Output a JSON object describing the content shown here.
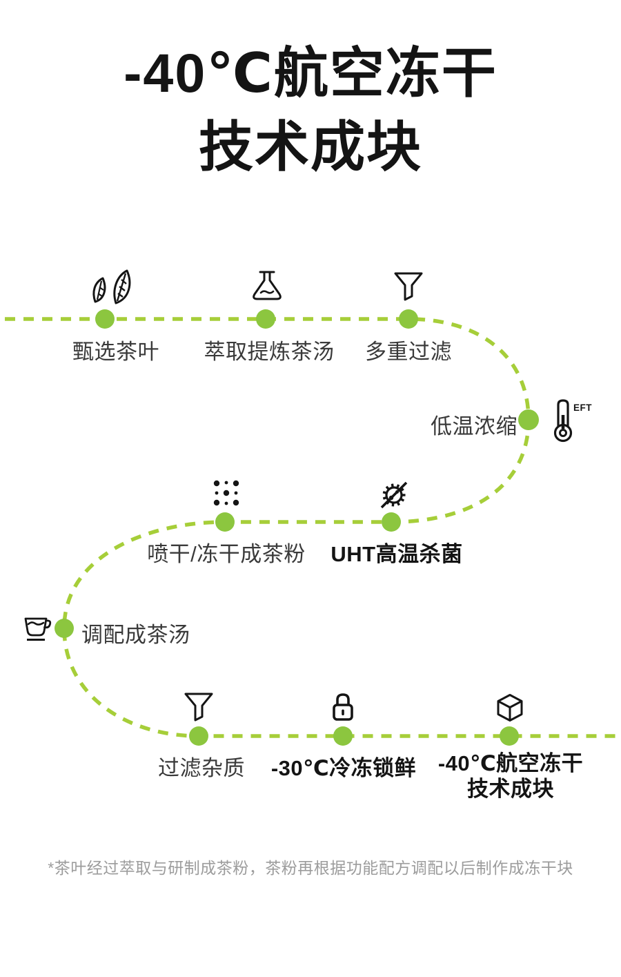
{
  "title": {
    "line1": "-40℃航空冻干",
    "line2": "技术成块"
  },
  "steps": [
    {
      "label": "甄选茶叶",
      "icon": "tea-leaves-icon"
    },
    {
      "label": "萃取提炼茶汤",
      "icon": "flask-icon"
    },
    {
      "label": "多重过滤",
      "icon": "funnel-icon"
    },
    {
      "label": "低温浓缩",
      "icon": "thermometer-icon",
      "badge": "EFT"
    },
    {
      "label": "喷干/冻干成茶粉",
      "icon": "powder-dots-icon"
    },
    {
      "label": "UHT高温杀菌",
      "icon": "no-germ-icon"
    },
    {
      "label": "调配成茶汤",
      "icon": "teacup-icon"
    },
    {
      "label": "过滤杂质",
      "icon": "funnel-icon"
    },
    {
      "label": "-30℃冷冻锁鲜",
      "icon": "lock-icon"
    },
    {
      "label_line1": "-40℃航空冻干",
      "label_line2": "技术成块",
      "icon": "cube-icon"
    }
  ],
  "footnote": "*茶叶经过萃取与研制成茶粉，茶粉再根据功能配方调配以后制作成冻干块",
  "colors": {
    "dash_green": "#A6CE39",
    "node_green": "#8CC63F",
    "ink": "#141414",
    "label_gray": "#3A3A3A",
    "footnote_gray": "#9C9C9C",
    "background": "#FFFFFF"
  }
}
